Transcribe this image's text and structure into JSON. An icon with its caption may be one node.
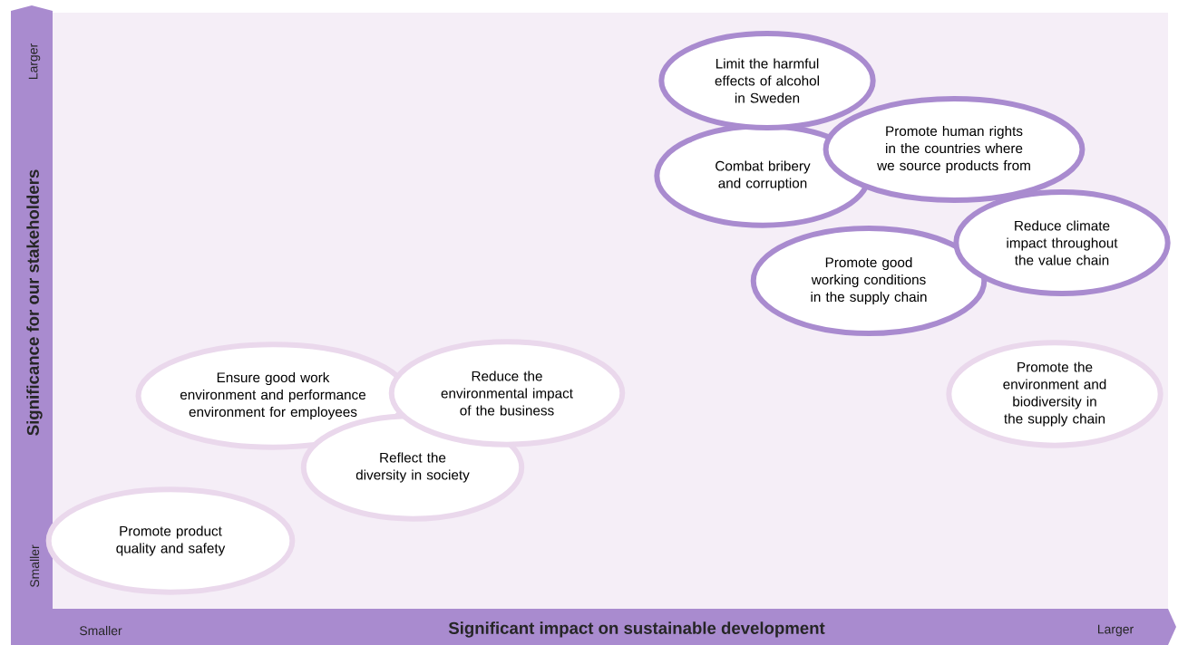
{
  "diagram": {
    "nodes": [
      {
        "text": [
          "Limit the harmful effects of alcohol in Sweden"
        ]
      },
      {
        "text": [
          "Promote human rights in the countries where we source products from"
        ]
      },
      {
        "text": [
          "Combat bribery and corruption"
        ]
      },
      {
        "text": [
          "Reduce climate impact throughout the value chain"
        ]
      },
      {
        "text": [
          "Promote good working conditions in the supply chain"
        ]
      },
      {
        "text": [
          "Reduce the environmental impact of the business"
        ]
      },
      {
        "text": [
          "Ensure good work environment and performance environment for employees"
        ]
      },
      {
        "text": [
          "Promote the environment and biodiversity in the supply chain"
        ]
      },
      {
        "text": [
          "Reflect the diversity in society"
        ]
      },
      {
        "text": [
          "Promote product quality and safety"
        ]
      }
    ],
    "labels": [
      "Larger",
      "Significance for our stakeholders",
      "Smaller",
      "Smaller",
      "Significant impact on sustainable development",
      "Larger"
    ]
  }
}
